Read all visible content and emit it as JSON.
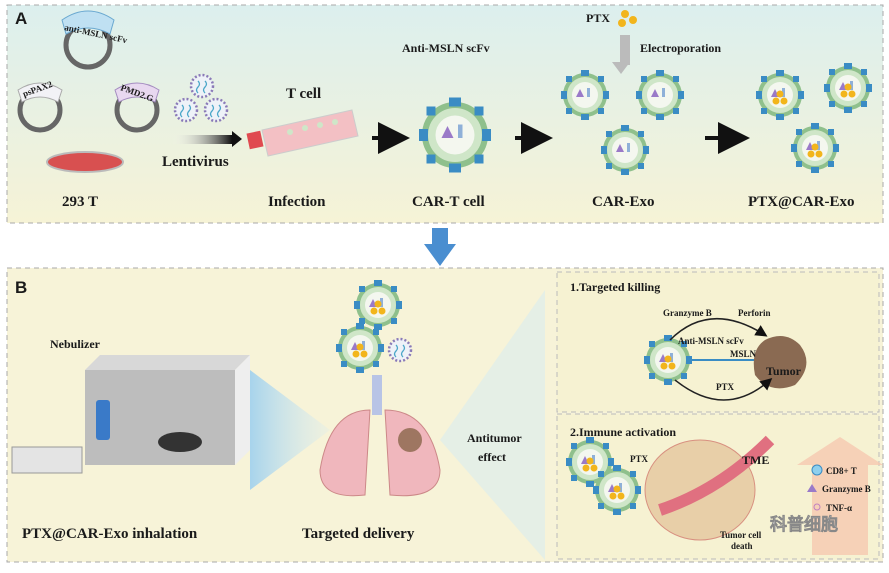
{
  "panel_a": {
    "label": "A",
    "plasmids": [
      "psPAX2",
      "anti-MSLN scFv",
      "PMD2.G"
    ],
    "cell_line": "293 T",
    "lentivirus": "Lentivirus",
    "t_cell": "T cell",
    "infection": "Infection",
    "scfv": "Anti-MSLN scFv",
    "car_t": "CAR-T cell",
    "ptx": "PTX",
    "electroporation": "Electroporation",
    "car_exo": "CAR-Exo",
    "ptx_car_exo": "PTX@CAR-Exo"
  },
  "panel_b": {
    "label": "B",
    "nebulizer": "Nebulizer",
    "inhalation": "PTX@CAR-Exo inhalation",
    "targeted_delivery": "Targeted delivery",
    "antitumor": [
      "Antitumor",
      "effect"
    ],
    "killing": {
      "title": "1.Targeted killing",
      "granzyme": "Granzyme B",
      "perforin": "Perforin",
      "scfv": "Anti-MSLN scFv",
      "msln": "MSLN",
      "tumor": "Tumor",
      "ptx": "PTX"
    },
    "immune": {
      "title": "2.Immune activation",
      "ptx": "PTX",
      "tme": "TME",
      "death": [
        "Tumor cell",
        "death"
      ],
      "legend": [
        "CD8+ T",
        "Granzyme B",
        "TNF-α"
      ]
    }
  },
  "watermark": "科普细胞",
  "colors": {
    "exo": "#9ccf9c",
    "receptor": "#3a8cc4",
    "ptx": "#f2b51c",
    "tumor": "#8a6a52",
    "lung": "#f0b7bd"
  }
}
